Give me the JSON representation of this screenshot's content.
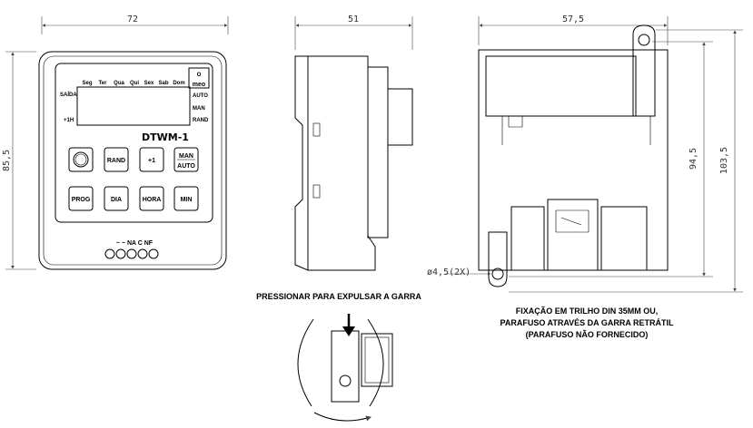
{
  "dimensions": {
    "front_width": "72",
    "front_height": "85,5",
    "side_width": "51",
    "back_width": "57,5",
    "back_height_inner": "94,5",
    "back_height_outer": "103,5",
    "hole": "ø4,5(2X)"
  },
  "front_panel": {
    "days": [
      "Seg",
      "Ter",
      "Qua",
      "Qui",
      "Sex",
      "Sab",
      "Dom"
    ],
    "left_labels": [
      "SAÍDA",
      "+1H"
    ],
    "right_labels": [
      "AUTO",
      "MAN",
      "RAND"
    ],
    "model": "DTWM-1",
    "brand_lines": [
      "O",
      "meo"
    ],
    "buttons_row1": [
      "RAND",
      "+1",
      "MAN",
      "AUTO"
    ],
    "buttons_row2": [
      "PROG",
      "DIA",
      "HORA",
      "MIN"
    ],
    "terminals": "~ ~ NA C NF"
  },
  "captions": {
    "press": "PRESSIONAR PARA EXPULSAR A GARRA",
    "fixing_line1": "FIXAÇÃO EM TRILHO DIN 35MM OU,",
    "fixing_line2": "PARAFUSO ATRAVÉS DA GARRA RETRÁTIL",
    "fixing_line3": "(PARAFUSO NÃO FORNECIDO)"
  }
}
